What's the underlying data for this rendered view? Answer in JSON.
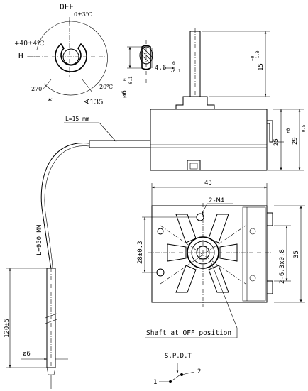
{
  "dial": {
    "off_label": "OFF",
    "off_tolerance": "0±3℃",
    "h_temp": "+40±4℃",
    "h_label": "H",
    "angle_270": "270°",
    "temp_20": "20℃",
    "angle_135": "∢135"
  },
  "shaft_section": {
    "dia": "ø6",
    "dia_tol_upper": "0",
    "dia_tol_lower": "-0.1",
    "flat": "4.6",
    "flat_tol_upper": "0",
    "flat_tol_lower": "-0.1"
  },
  "side_view": {
    "shaft_len": "15",
    "shaft_tol_upper": "+0",
    "shaft_tol_lower": "-1.0",
    "body_h": "25",
    "total_h": "29",
    "total_tol_upper": "+0",
    "total_tol_lower": "-0.5"
  },
  "capillary": {
    "lead_len": "L=15 mm",
    "cap_len": "L=950 MM",
    "bulb_len": "120±5",
    "bulb_dia": "ø6"
  },
  "front_view": {
    "width": "43",
    "hole_spec": "2-M4",
    "hole_pitch": "28±0.3",
    "height": "35",
    "terminals": "2-6.3x0.8",
    "note": "Shaft at OFF position"
  },
  "schematic": {
    "title": "S.P.D.T",
    "term_1": "1",
    "term_2": "2"
  }
}
